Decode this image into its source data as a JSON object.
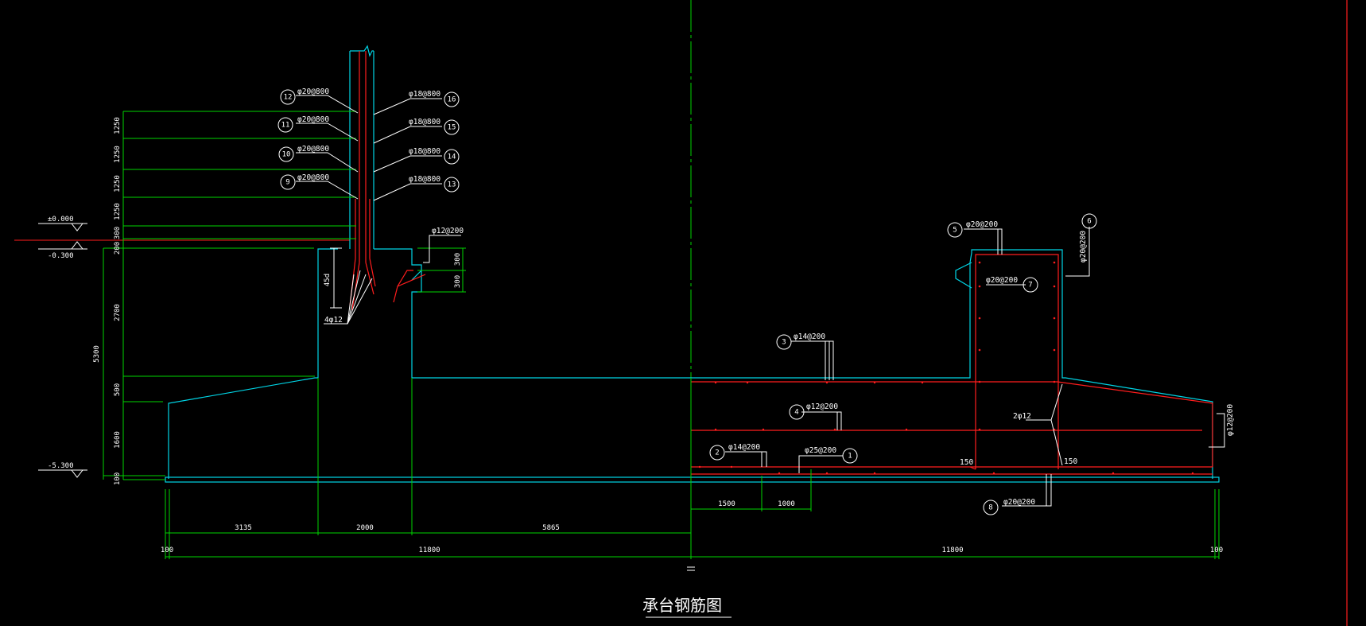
{
  "drawing": {
    "title": "承台钢筋图",
    "colors": {
      "background": "#000000",
      "concrete": "#00d5e6",
      "rebar": "#ff1d1d",
      "dimension": "#00d400",
      "label": "#ffffff"
    }
  },
  "levels": [
    {
      "id": "lv-0",
      "text": "±0.000"
    },
    {
      "id": "lv-03",
      "text": "-0.300"
    },
    {
      "id": "lv-53",
      "text": "-5.300"
    }
  ],
  "vertical_dims": {
    "left": [
      {
        "id": "vd-1",
        "text": "1250"
      },
      {
        "id": "vd-2",
        "text": "1250"
      },
      {
        "id": "vd-3",
        "text": "1250"
      },
      {
        "id": "vd-4",
        "text": "1250"
      },
      {
        "id": "vd-5",
        "text": "300"
      },
      {
        "id": "vd-6",
        "text": "200"
      },
      {
        "id": "vd-7",
        "text": "2700"
      },
      {
        "id": "vd-8",
        "text": "500"
      },
      {
        "id": "vd-9",
        "text": "1600"
      },
      {
        "id": "vd-10",
        "text": "100"
      }
    ],
    "total": {
      "text": "5300"
    },
    "step_a": {
      "text": "300"
    },
    "step_b": {
      "text": "300"
    },
    "anchor": {
      "text": "45d"
    }
  },
  "horizontal_dims": {
    "left_segments": [
      "3135",
      "2000",
      "5865"
    ],
    "right_segments": [
      "1500",
      "1000"
    ],
    "totals": [
      "100",
      "11800",
      "11800",
      "100"
    ]
  },
  "callouts": [
    {
      "id": "c12",
      "num": "12",
      "spec": "φ20@800"
    },
    {
      "id": "c11",
      "num": "11",
      "spec": "φ20@800"
    },
    {
      "id": "c10",
      "num": "10",
      "spec": "φ20@800"
    },
    {
      "id": "c9",
      "num": "9",
      "spec": "φ20@800"
    },
    {
      "id": "c16",
      "num": "16",
      "spec": "φ18@800"
    },
    {
      "id": "c15",
      "num": "15",
      "spec": "φ18@800"
    },
    {
      "id": "c14",
      "num": "14",
      "spec": "φ18@800"
    },
    {
      "id": "c13",
      "num": "13",
      "spec": "φ18@800"
    },
    {
      "id": "c5",
      "num": "5",
      "spec": "φ20@200"
    },
    {
      "id": "c6",
      "num": "6",
      "spec": "φ20@200"
    },
    {
      "id": "c7",
      "num": "7",
      "spec": "φ20@200"
    },
    {
      "id": "c3",
      "num": "3",
      "spec": "φ14@200"
    },
    {
      "id": "c4",
      "num": "4",
      "spec": "φ12@200"
    },
    {
      "id": "c2",
      "num": "2",
      "spec": "φ14@200"
    },
    {
      "id": "c1",
      "num": "1",
      "spec": "φ25@200"
    },
    {
      "id": "c8",
      "num": "8",
      "spec": "φ20@200"
    }
  ],
  "plain_labels": {
    "stirrup": "φ12@200",
    "four_bars": "4φ12",
    "two_bars": "2φ12",
    "side_bar": "φ12@200",
    "cover_left": "150",
    "cover_right": "150"
  }
}
